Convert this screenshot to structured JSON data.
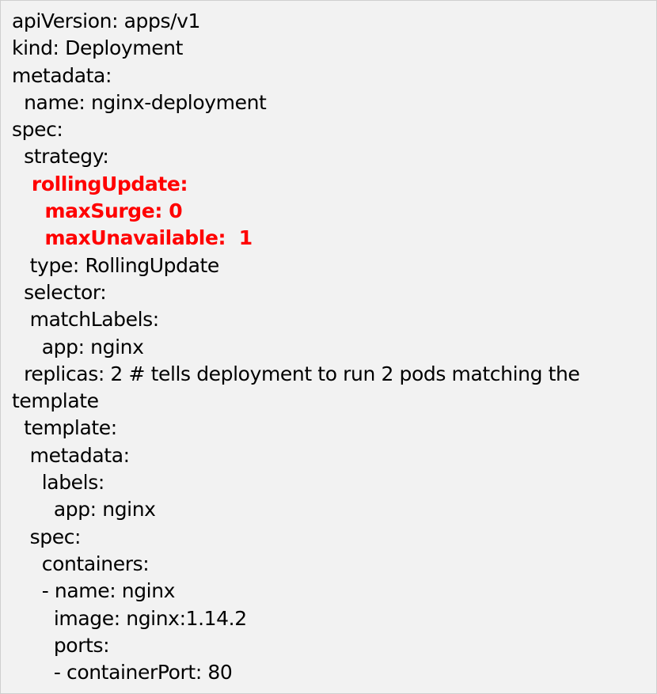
{
  "document": {
    "highlight_color": "#ff0000",
    "background_color": "#f2f2f2",
    "lines": [
      {
        "text": "apiVersion: apps/v1",
        "highlight": false
      },
      {
        "text": "kind: Deployment",
        "highlight": false
      },
      {
        "text": "metadata:",
        "highlight": false
      },
      {
        "text": "  name: nginx-deployment",
        "highlight": false
      },
      {
        "text": "spec:",
        "highlight": false
      },
      {
        "text": "  strategy:",
        "highlight": false
      },
      {
        "text": "   rollingUpdate:",
        "highlight": true
      },
      {
        "text": "     maxSurge: 0",
        "highlight": true
      },
      {
        "text": "     maxUnavailable:  1",
        "highlight": true
      },
      {
        "text": "   type: RollingUpdate",
        "highlight": false
      },
      {
        "text": "  selector:",
        "highlight": false
      },
      {
        "text": "   matchLabels:",
        "highlight": false
      },
      {
        "text": "     app: nginx",
        "highlight": false
      },
      {
        "text": "  replicas: 2 # tells deployment to run 2 pods matching the",
        "highlight": false
      },
      {
        "text": "template",
        "highlight": false
      },
      {
        "text": "  template:",
        "highlight": false
      },
      {
        "text": "   metadata:",
        "highlight": false
      },
      {
        "text": "     labels:",
        "highlight": false
      },
      {
        "text": "       app: nginx",
        "highlight": false
      },
      {
        "text": "   spec:",
        "highlight": false
      },
      {
        "text": "     containers:",
        "highlight": false
      },
      {
        "text": "     - name: nginx",
        "highlight": false
      },
      {
        "text": "       image: nginx:1.14.2",
        "highlight": false
      },
      {
        "text": "       ports:",
        "highlight": false
      },
      {
        "text": "       - containerPort: 80",
        "highlight": false
      }
    ]
  }
}
